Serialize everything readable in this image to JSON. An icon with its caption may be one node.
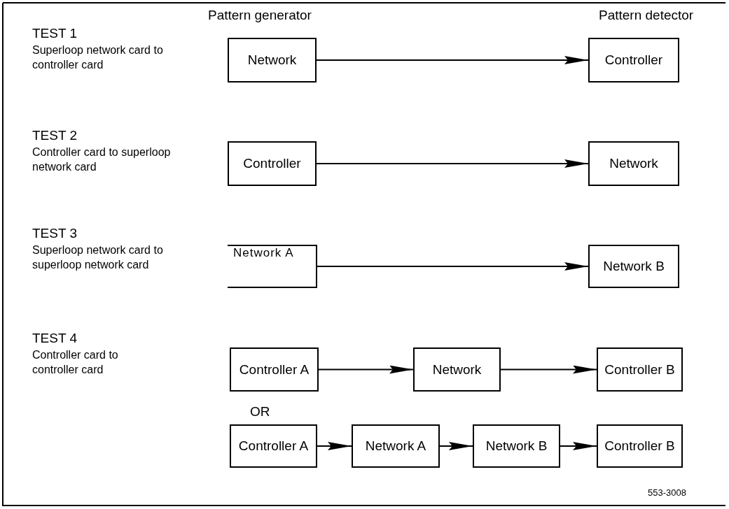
{
  "diagram": {
    "nodes": [
      {
        "text": [
          "Network"
        ]
      },
      {
        "text": [
          "Controller"
        ]
      },
      {
        "text": [
          "Controller"
        ]
      },
      {
        "text": [
          "Network"
        ]
      },
      {
        "text": [
          "Network A"
        ]
      },
      {
        "text": [
          "Network B"
        ]
      },
      {
        "text": [
          "Controller A"
        ]
      },
      {
        "text": [
          "Network"
        ]
      },
      {
        "text": [
          "Controller B"
        ]
      },
      {
        "text": [
          "Controller A"
        ]
      },
      {
        "text": [
          "Network A"
        ]
      },
      {
        "text": [
          "Network B"
        ]
      },
      {
        "text": [
          "Controller B"
        ]
      }
    ],
    "edges": [
      {
        "from": 0,
        "to": 1,
        "arrow": "to"
      },
      {
        "from": 2,
        "to": 3,
        "arrow": "to"
      },
      {
        "from": 4,
        "to": 5,
        "arrow": "to"
      },
      {
        "from": 6,
        "to": 7,
        "arrow": "to"
      },
      {
        "from": 7,
        "to": 8,
        "arrow": "to"
      },
      {
        "from": 9,
        "to": 10,
        "arrow": "to"
      },
      {
        "from": 10,
        "to": 11,
        "arrow": "to"
      },
      {
        "from": 11,
        "to": 12,
        "arrow": "to"
      }
    ],
    "labels": [
      "Pattern generator",
      "Pattern detector",
      "TEST 1",
      "Superloop network card to controller card",
      "TEST 2",
      "Controller card to superloop network card",
      "TEST 3",
      "Superloop network card to superloop network card",
      "TEST 4",
      "Controller card to controller card",
      "OR",
      "553-3008"
    ]
  }
}
